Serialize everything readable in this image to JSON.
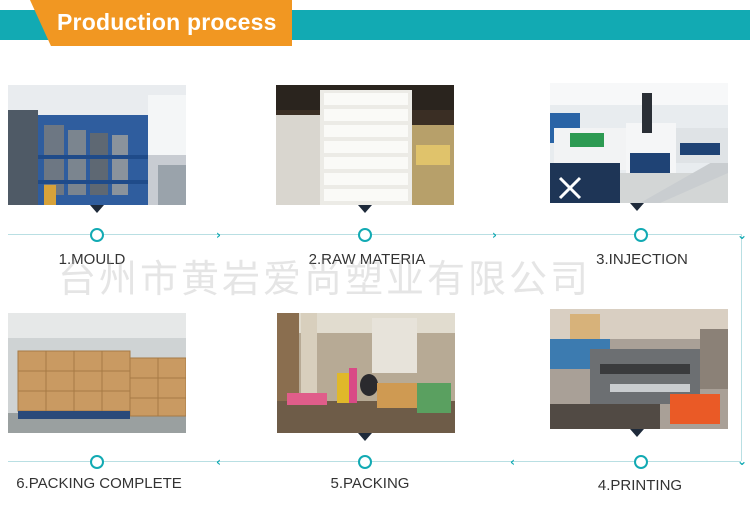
{
  "header": {
    "title": "Production process"
  },
  "steps": [
    {
      "label": "1.MOULD"
    },
    {
      "label": "2.RAW MATERIA"
    },
    {
      "label": "3.INJECTION"
    },
    {
      "label": "4.PRINTING"
    },
    {
      "label": "5.PACKING"
    },
    {
      "label": "6.PACKING COMPLETE"
    }
  ],
  "watermark": "台州市黄岩爱尚塑业有限公司",
  "colors": {
    "accent": "#12aab3",
    "tab": "#f19722",
    "line": "#b9dfe3"
  }
}
